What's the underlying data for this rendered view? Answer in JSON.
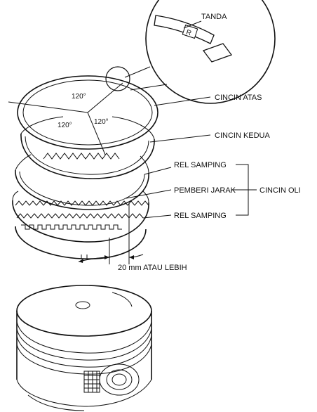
{
  "labels": {
    "tanda": "TANDA",
    "mark_letter": "R",
    "cincin_atas": "CINCIN ATAS",
    "cincin_kedua": "CINCIN KEDUA",
    "rel_samping_top": "REL SAMPING",
    "pemberi_jarak": "PEMBERI JARAK",
    "cincin_oli": "CINCIN OLI",
    "rel_samping_bottom": "REL SAMPING",
    "gap_note": "20 mm ATAU LEBIH",
    "angle_1": "120°",
    "angle_2": "120°",
    "angle_3": "120°"
  },
  "colors": {
    "line": "#111111",
    "background": "#ffffff"
  }
}
